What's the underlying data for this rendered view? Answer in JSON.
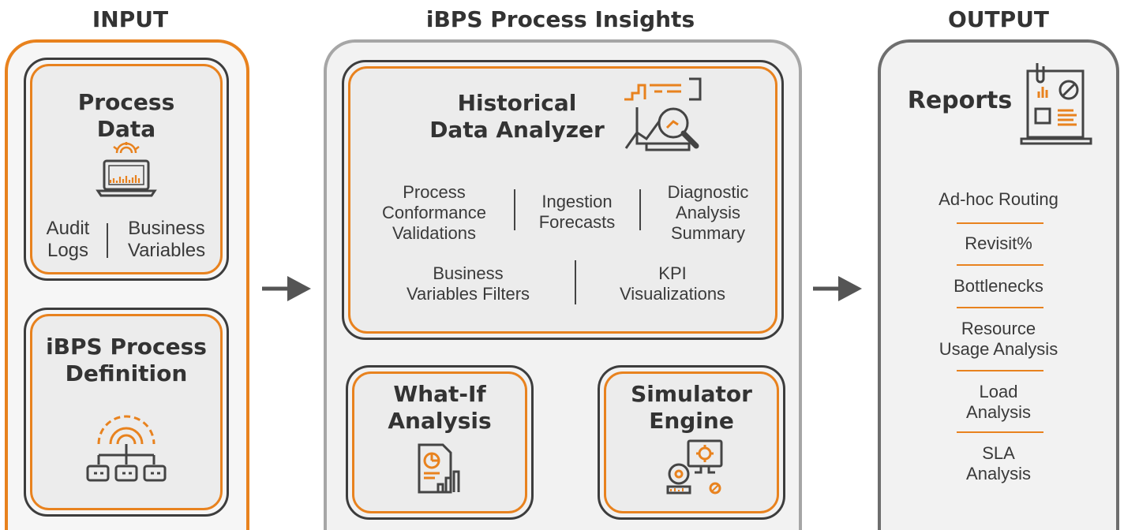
{
  "headings": {
    "input": "INPUT",
    "insights": "iBPS Process Insights",
    "output": "OUTPUT"
  },
  "input": {
    "process_data": {
      "title_line1": "Process",
      "title_line2": "Data",
      "audit_line1": "Audit",
      "audit_line2": "Logs",
      "business_line1": "Business",
      "business_line2": "Variables"
    },
    "definition": {
      "title_line1": "iBPS Process",
      "title_line2": "Definition"
    }
  },
  "insights": {
    "analyzer": {
      "title_line1": "Historical",
      "title_line2": "Data Analyzer",
      "row1": [
        [
          "Process",
          "Conformance",
          "Validations"
        ],
        [
          "Ingestion",
          "Forecasts"
        ],
        [
          "Diagnostic",
          "Analysis",
          "Summary"
        ]
      ],
      "row2": [
        [
          "Business",
          "Variables Filters"
        ],
        [
          "KPI",
          "Visualizations"
        ]
      ]
    },
    "what_if": {
      "title_line1": "What-If",
      "title_line2": "Analysis"
    },
    "simulator": {
      "title_line1": "Simulator",
      "title_line2": "Engine"
    }
  },
  "output": {
    "reports_title": "Reports",
    "items": [
      [
        "Ad-hoc Routing"
      ],
      [
        "Revisit%"
      ],
      [
        "Bottlenecks"
      ],
      [
        "Resource",
        "Usage Analysis"
      ],
      [
        "Load",
        "Analysis"
      ],
      [
        "SLA",
        "Analysis"
      ]
    ]
  },
  "colors": {
    "accent": "#e8821e",
    "dark": "#3d3d3d",
    "panel_fill": "#f2f2f2",
    "card_fill": "#ececec"
  }
}
